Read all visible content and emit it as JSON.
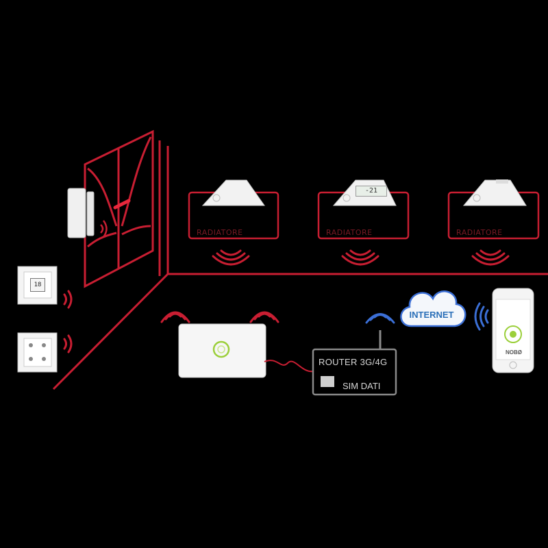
{
  "colors": {
    "background": "#000000",
    "room_lines": "#c81e32",
    "router_box": "#8a8a8a",
    "internet_text": "#2a6fb8",
    "signal_blue": "#3b6fd6"
  },
  "radiators": [
    {
      "label": "RADIATORE"
    },
    {
      "label": "RADIATORE",
      "display": "-21"
    },
    {
      "label": "RADIATORE"
    }
  ],
  "thermostat": {
    "display": "18"
  },
  "router": {
    "title": "ROUTER 3G/4G",
    "sim_label": "SIM DATI"
  },
  "cloud": {
    "label": "INTERNET"
  },
  "phone": {
    "brand": "NOBØ"
  }
}
